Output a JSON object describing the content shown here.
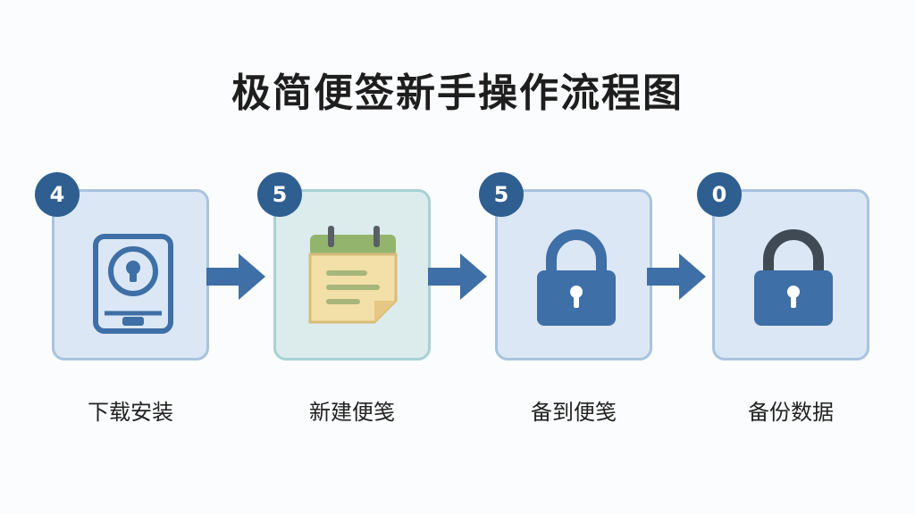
{
  "title": "极简便签新手操作流程图",
  "steps": [
    {
      "badge": "4",
      "label": "下载安装",
      "icon": "phone-lock-icon"
    },
    {
      "badge": "5",
      "label": "新建便笺",
      "icon": "notepad-icon"
    },
    {
      "badge": "5",
      "label": "备到便笺",
      "icon": "padlock-icon"
    },
    {
      "badge": "0",
      "label": "备份数据",
      "icon": "padlock-icon"
    }
  ],
  "colors": {
    "accent": "#2f5f91",
    "icon_blue": "#3e6fa6",
    "card_fill": "#dbe7f5",
    "card_border": "#a9c3df",
    "note_green": "#93b46c",
    "note_paper": "#f3dfa8"
  }
}
